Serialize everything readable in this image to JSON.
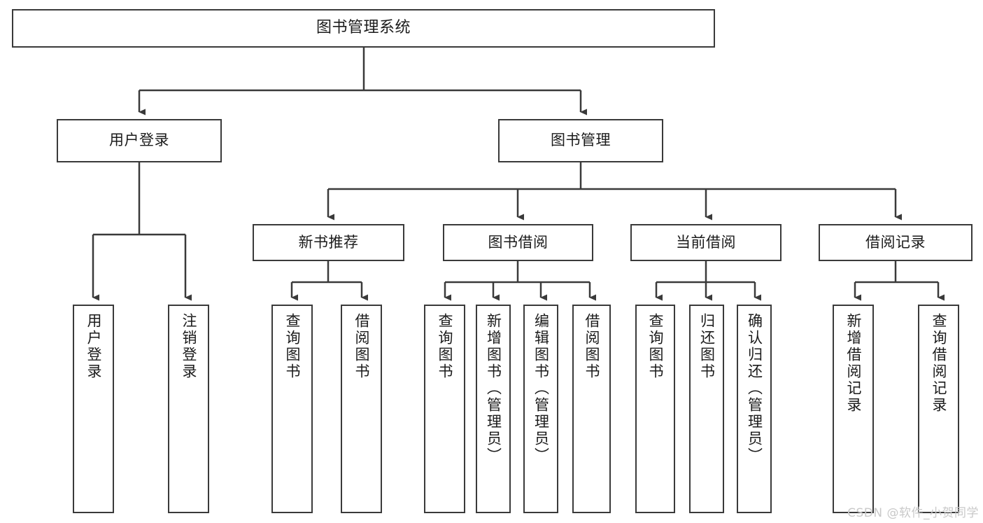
{
  "diagram": {
    "title": "图书管理系统",
    "type": "tree",
    "colors": {
      "box_border": "#3a3a3a",
      "box_fill": "#ffffff",
      "edge": "#3a3a3a",
      "text": "#1b1b1b",
      "watermark": "#c9c9c9"
    },
    "nodes": {
      "root": {
        "label": "图书管理系统"
      },
      "level2": [
        {
          "label": "用户登录"
        },
        {
          "label": "图书管理"
        }
      ],
      "level3": [
        {
          "label": "新书推荐"
        },
        {
          "label": "图书借阅"
        },
        {
          "label": "当前借阅"
        },
        {
          "label": "借阅记录"
        }
      ],
      "leaves": {
        "user_login": [
          {
            "label": "用户登录"
          },
          {
            "label": "注销登录"
          }
        ],
        "new_book_recommend": [
          {
            "label": "查询图书"
          },
          {
            "label": "借阅图书"
          }
        ],
        "book_borrow": [
          {
            "label": "查询图书"
          },
          {
            "label": "新增图书（管理员）"
          },
          {
            "label": "编辑图书（管理员）"
          },
          {
            "label": "借阅图书"
          }
        ],
        "current_borrow": [
          {
            "label": "查询图书"
          },
          {
            "label": "归还图书"
          },
          {
            "label": "确认归还（管理员）"
          }
        ],
        "borrow_record": [
          {
            "label": "新增借阅记录"
          },
          {
            "label": "查询借阅记录"
          }
        ]
      }
    }
  },
  "watermark": {
    "text": "CSDN @软件_小贺同学"
  }
}
